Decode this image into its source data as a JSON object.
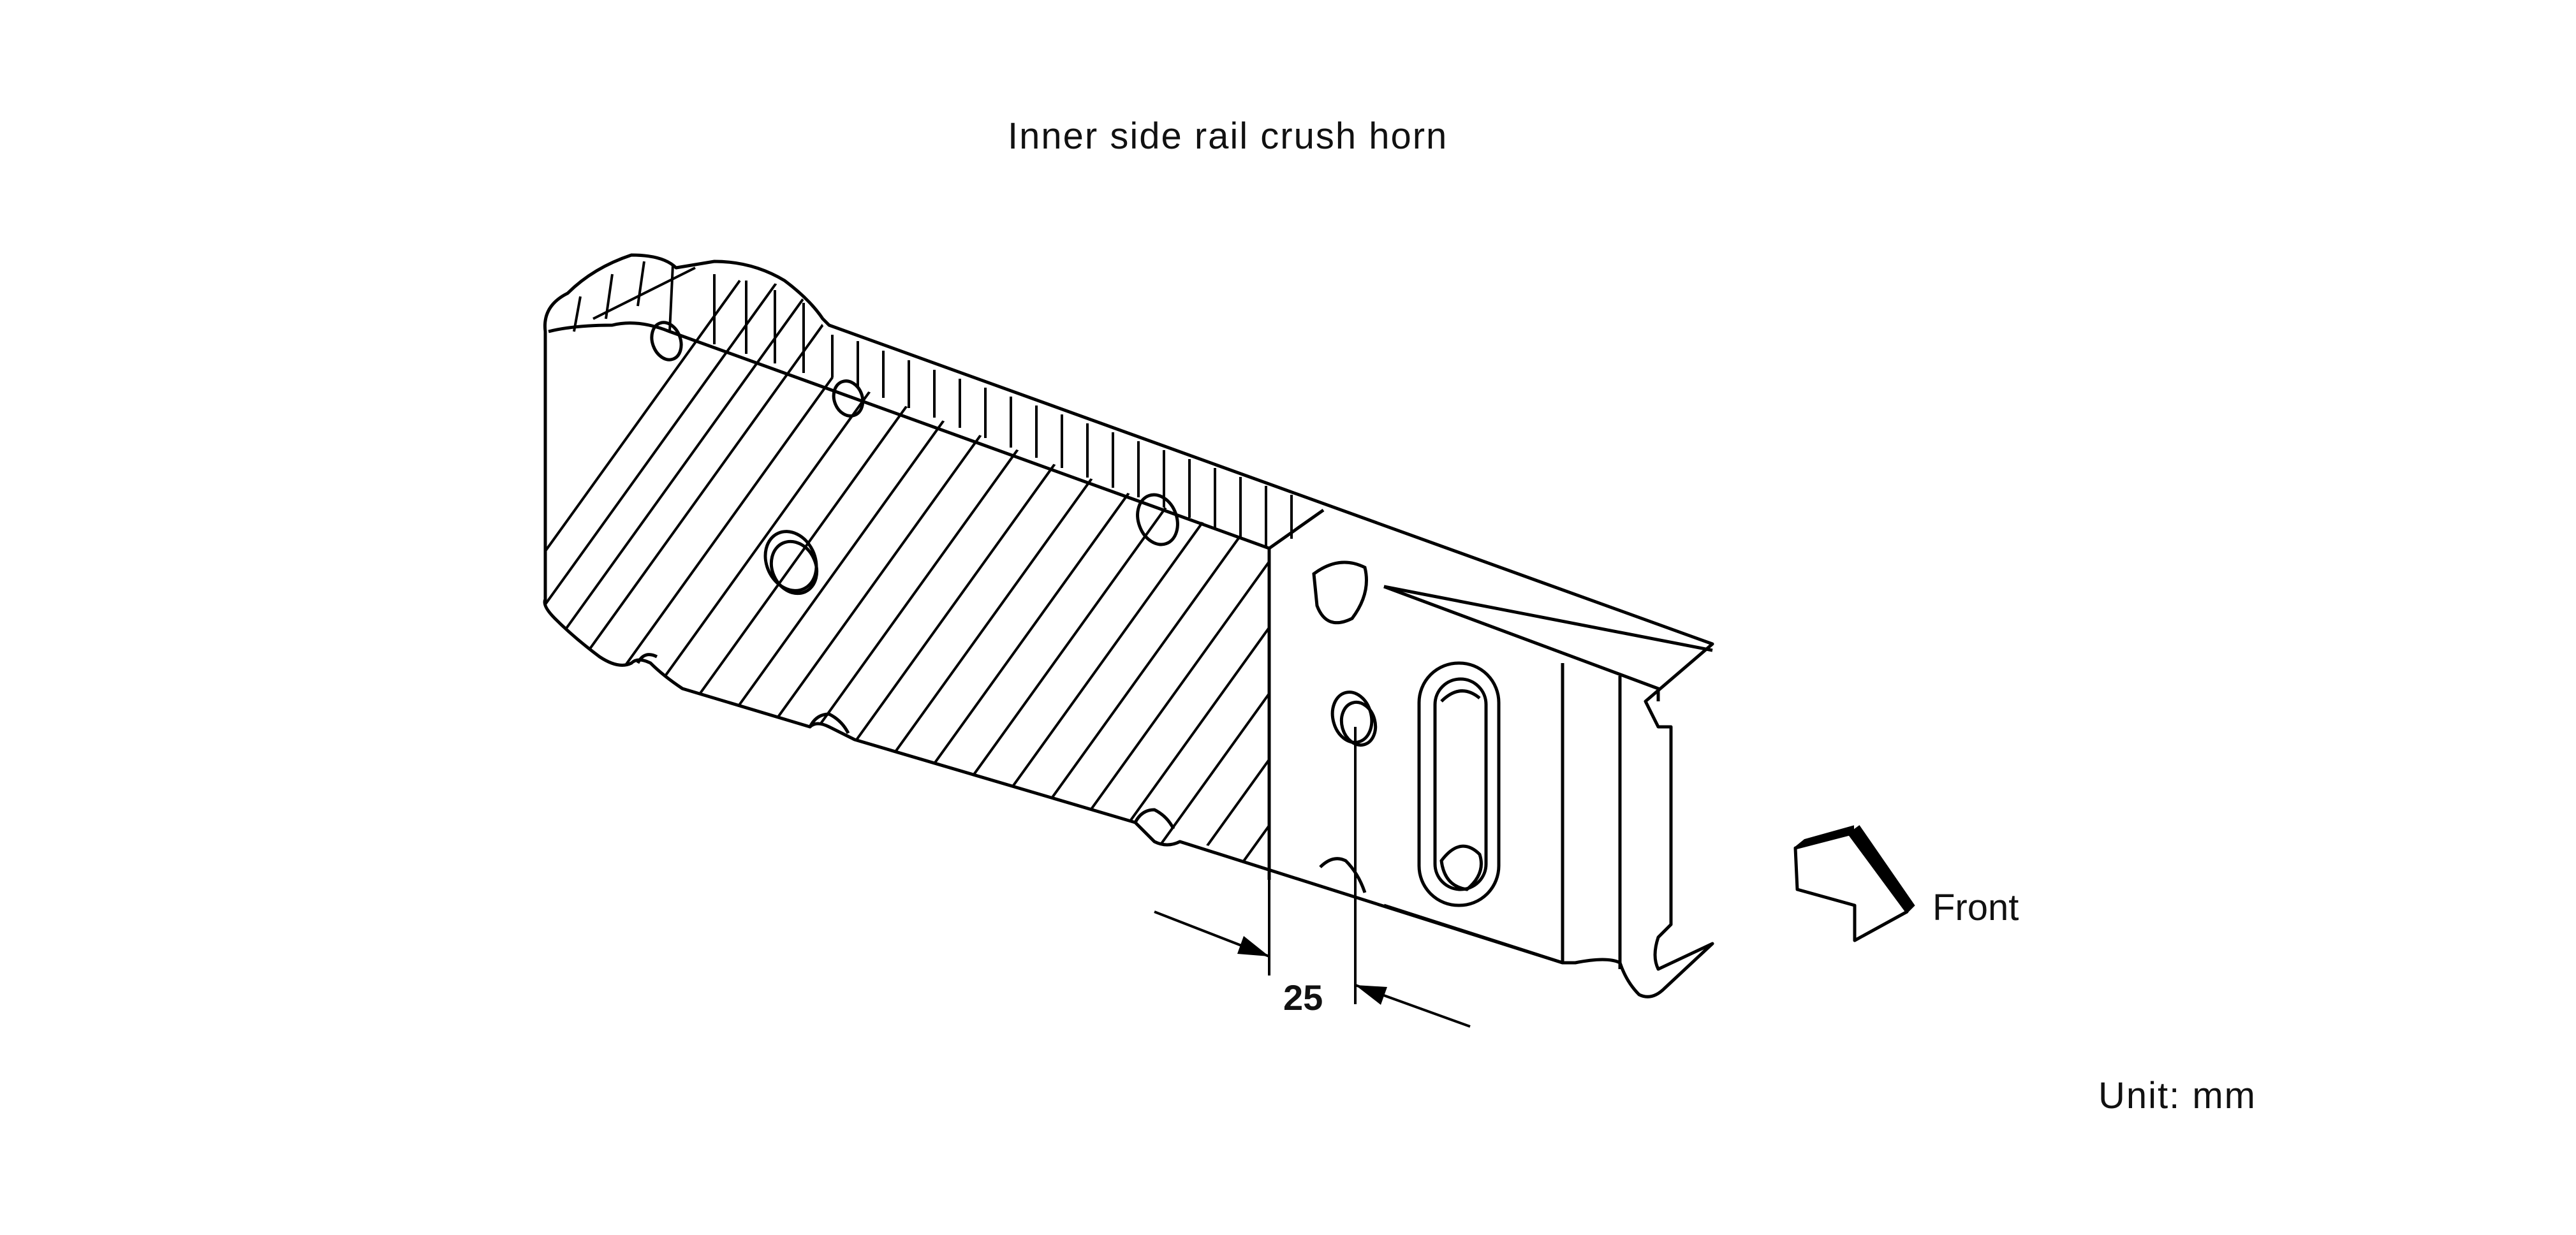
{
  "diagram": {
    "title": "Inner side rail crush horn",
    "dimension_value": "25",
    "direction_label": "Front",
    "unit_label": "Unit: mm"
  }
}
